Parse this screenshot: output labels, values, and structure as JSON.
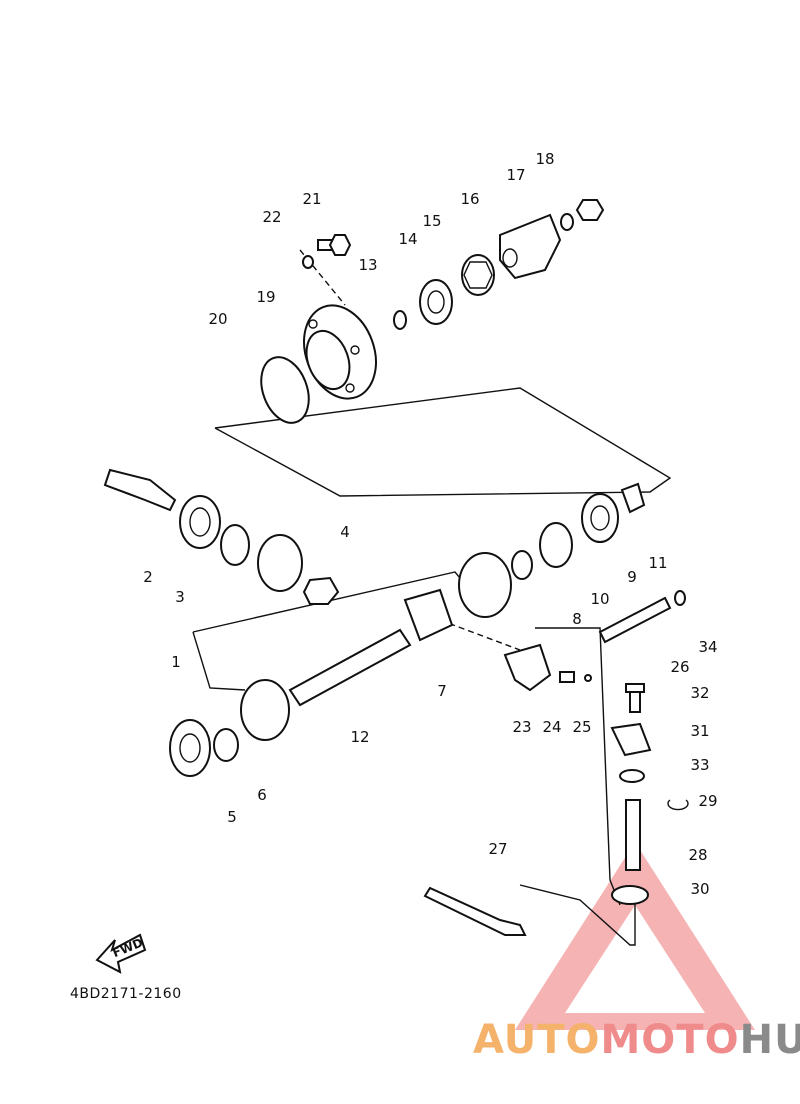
{
  "diagram": {
    "reference_code": "4BD2171-2160",
    "fwd_label": "FWD",
    "watermark": {
      "part1": "AUTO",
      "part2": "MOTO",
      "part3": "HUB",
      "color_part1": "#f5b26b",
      "color_part2": "#f08b8b",
      "color_part3": "#8a8a8a",
      "triangle_color": "#f29a9a"
    },
    "callouts": [
      "1",
      "2",
      "3",
      "4",
      "5",
      "6",
      "7",
      "8",
      "9",
      "10",
      "11",
      "12",
      "13",
      "14",
      "15",
      "16",
      "17",
      "18",
      "19",
      "20",
      "21",
      "22",
      "23",
      "24",
      "25",
      "26",
      "27",
      "28",
      "29",
      "30",
      "31",
      "32",
      "33",
      "34"
    ]
  }
}
